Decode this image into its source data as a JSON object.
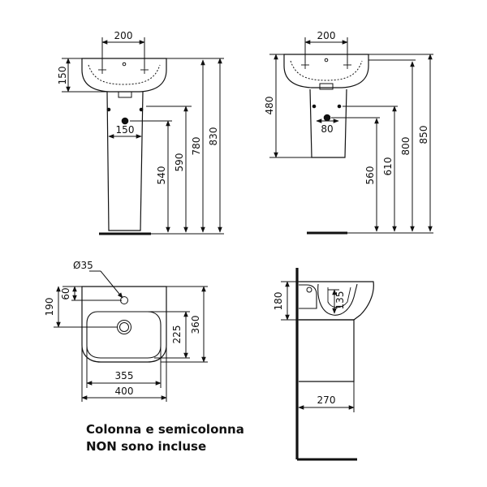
{
  "front_full": {
    "width_200": "200",
    "height_150": "150",
    "pedestal_150": "150",
    "h_540": "540",
    "h_590": "590",
    "h_780": "780",
    "h_830": "830"
  },
  "front_semi": {
    "width_200": "200",
    "height_480": "480",
    "width_80": "80",
    "h_560": "560",
    "h_610": "610",
    "h_800": "800",
    "h_850": "850"
  },
  "top_view": {
    "diameter_35": "Ø35",
    "offset_60": "60",
    "depth_190": "190",
    "depth_225": "225",
    "depth_360": "360",
    "width_355": "355",
    "width_400": "400"
  },
  "side_view": {
    "h_180": "180",
    "h_135": "135",
    "depth_270": "270"
  },
  "notes": {
    "line1": "Colonna e semicolonna",
    "line2": "NON sono incluse"
  }
}
